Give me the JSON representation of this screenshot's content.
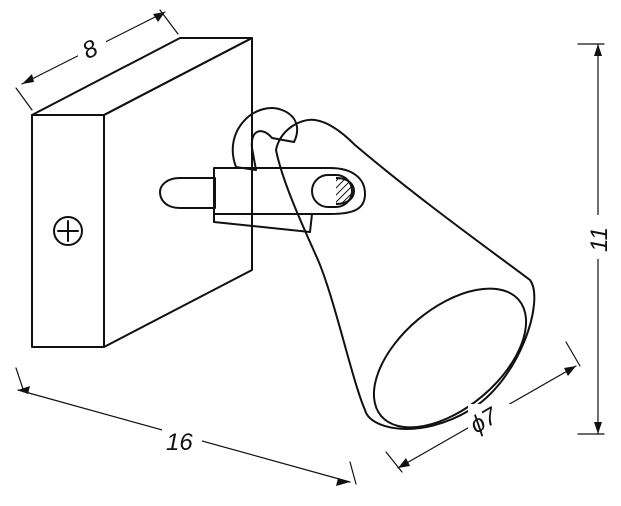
{
  "dimensions": {
    "depth": "8",
    "width": "16",
    "height": "11",
    "diameter": "ϕ7"
  },
  "colors": {
    "stroke": "#111111",
    "fill": "#ffffff"
  }
}
